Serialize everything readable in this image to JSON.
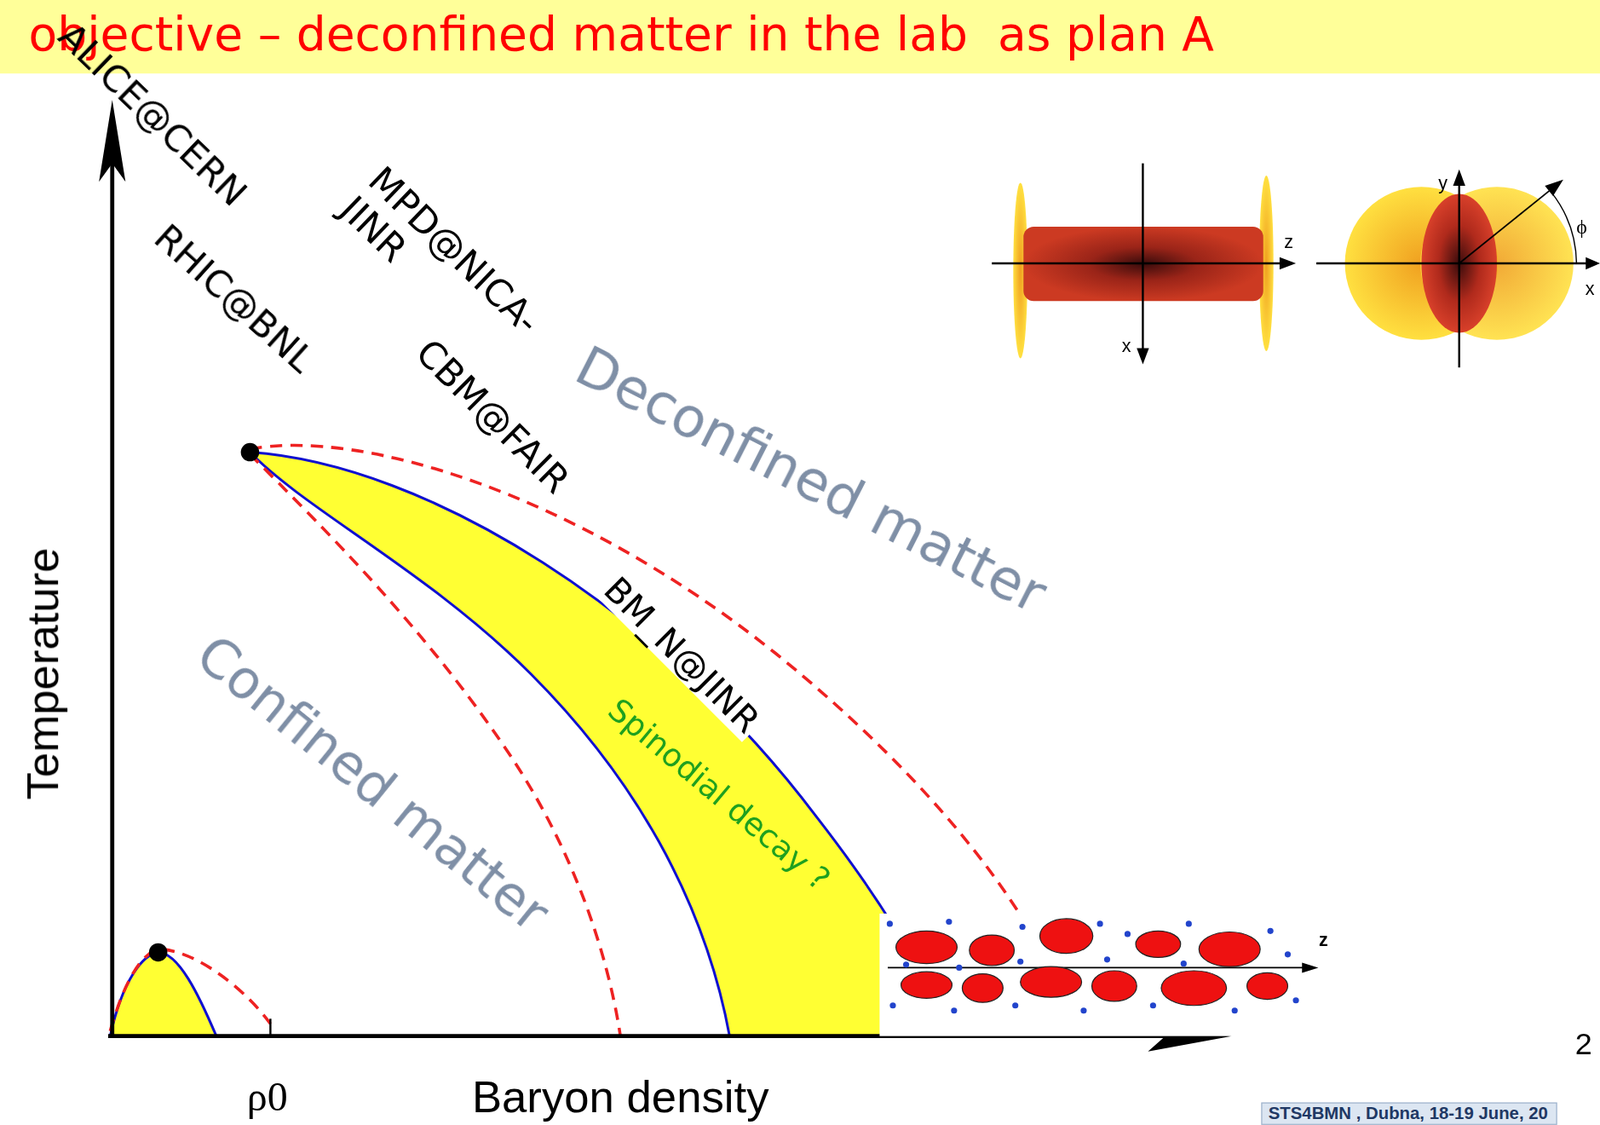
{
  "diagram": {
    "title": "objective – deconfined matter in the lab  as plan A",
    "nodes": [
      {
        "text": [
          "STS4BMN , Dubna, 18-19 June, 20"
        ]
      }
    ],
    "labels": [
      "ALICE@CERN",
      "RHIC@BNL",
      "MPD@NICA- JINR",
      "CBM@FAIR",
      "Deconfined matter",
      "BM_N@JINR",
      "Spinodial decay ?",
      "Confined matter",
      "Temperature",
      "ρ0",
      "Baryon density",
      "z",
      "x",
      "y",
      "ϕ",
      "x",
      "z",
      "2"
    ]
  }
}
